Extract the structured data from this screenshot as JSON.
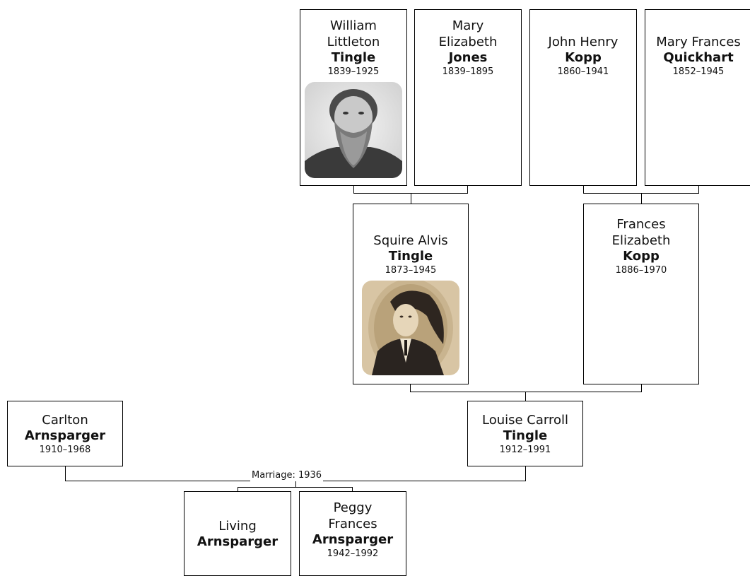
{
  "people": {
    "william": {
      "given_1": "William",
      "given_2": "Littleton",
      "surname": "Tingle",
      "years": "1839–1925"
    },
    "mary_jones": {
      "given_1": "Mary",
      "given_2": "Elizabeth",
      "surname": "Jones",
      "years": "1839–1895"
    },
    "john_kopp": {
      "given_1": "John Henry",
      "surname": "Kopp",
      "years": "1860–1941"
    },
    "mary_quickhart": {
      "given_1": "Mary Frances",
      "surname": "Quickhart",
      "years": "1852–1945"
    },
    "squire": {
      "given_1": "Squire Alvis",
      "surname": "Tingle",
      "years": "1873–1945"
    },
    "frances": {
      "given_1": "Frances",
      "given_2": "Elizabeth",
      "surname": "Kopp",
      "years": "1886–1970"
    },
    "carlton": {
      "given_1": "Carlton",
      "surname": "Arnsparger",
      "years": "1910–1968"
    },
    "louise": {
      "given_1": "Louise Carroll",
      "surname": "Tingle",
      "years": "1912–1991"
    },
    "living": {
      "given_1": "Living",
      "surname": "Arnsparger"
    },
    "peggy": {
      "given_1": "Peggy",
      "given_2": "Frances",
      "surname": "Arnsparger",
      "years": "1942–1992"
    }
  },
  "marriage": {
    "label": "Marriage: 1936"
  }
}
